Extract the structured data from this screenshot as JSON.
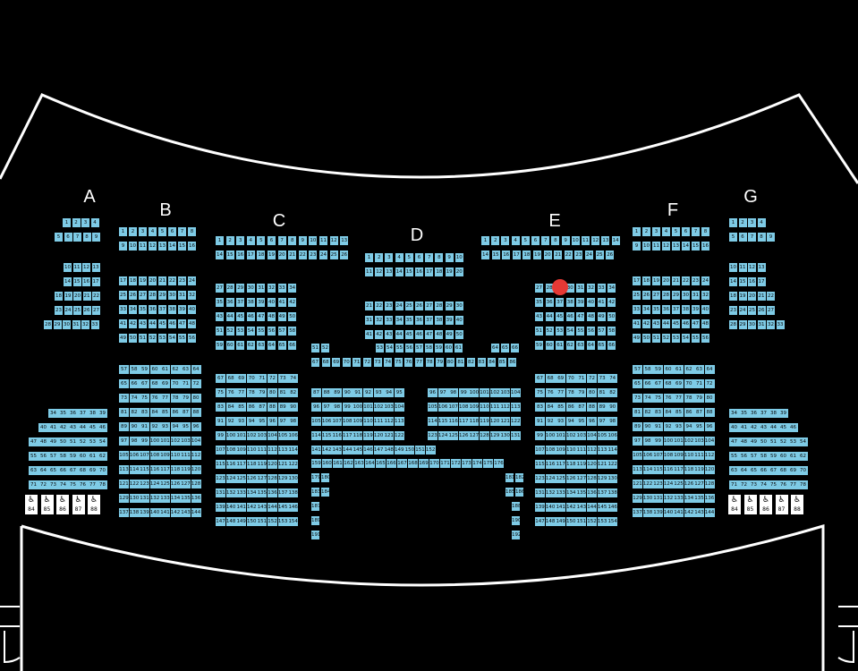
{
  "sections": [
    "A",
    "B",
    "C",
    "D",
    "E",
    "F",
    "G"
  ],
  "wheelchair_left": [
    "84",
    "85",
    "86",
    "87",
    "88"
  ],
  "wheelchair_right": [
    "84",
    "85",
    "86",
    "87",
    "88"
  ],
  "wheelchair_icon": "wheelchair-icon",
  "selected_seat": {
    "section": "E",
    "seat": "28"
  },
  "colors": {
    "seat": "#7ecbe6",
    "background": "#000000",
    "marker": "#e53935",
    "outline": "#ffffff"
  }
}
